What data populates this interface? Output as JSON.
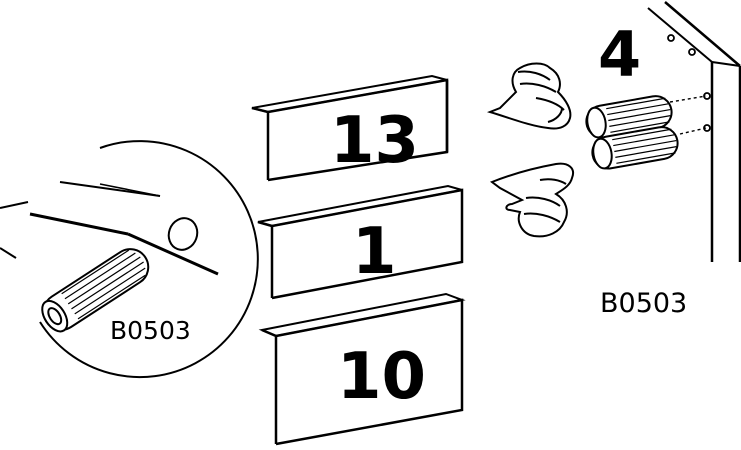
{
  "panels": {
    "panel_13": "13",
    "panel_1": "1",
    "panel_10": "10"
  },
  "side_panel": {
    "label": "4"
  },
  "dowel_code_inset": "B0503",
  "dowel_code_side": "B0503",
  "colors": {
    "ink": "#000000",
    "paper": "#ffffff"
  },
  "icons": [
    "magnifier-inset",
    "dowel-icon",
    "hand-icon",
    "screwdriver-icon"
  ]
}
